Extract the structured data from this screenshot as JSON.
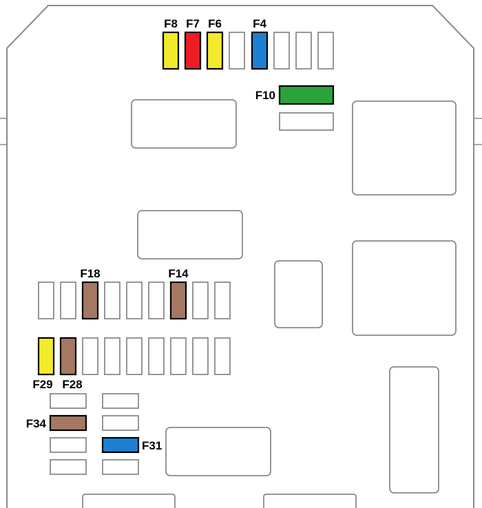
{
  "colors": {
    "yellow": "#f2ea2a",
    "red": "#ee1c24",
    "blue": "#1c7fd2",
    "green": "#2aa33a",
    "brown": "#a57863",
    "outline": "#8a8a8a"
  },
  "fuses": [
    {
      "id": "F8",
      "label": "F8",
      "color": "yellow"
    },
    {
      "id": "F7",
      "label": "F7",
      "color": "red"
    },
    {
      "id": "F6",
      "label": "F6",
      "color": "yellow"
    },
    {
      "id": "F4",
      "label": "F4",
      "color": "blue"
    },
    {
      "id": "F10",
      "label": "F10",
      "color": "green"
    },
    {
      "id": "F18",
      "label": "F18",
      "color": "brown"
    },
    {
      "id": "F14",
      "label": "F14",
      "color": "brown"
    },
    {
      "id": "F29",
      "label": "F29",
      "color": "yellow"
    },
    {
      "id": "F28",
      "label": "F28",
      "color": "brown"
    },
    {
      "id": "F34",
      "label": "F34",
      "color": "brown"
    },
    {
      "id": "F31",
      "label": "F31",
      "color": "blue"
    }
  ]
}
